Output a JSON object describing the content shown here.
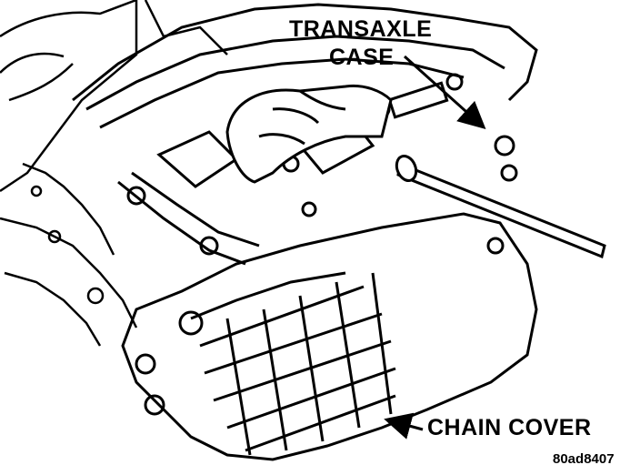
{
  "labels": {
    "transaxle_case_line1": "TRANSAXLE",
    "transaxle_case_line2": "CASE",
    "chain_cover": "CHAIN COVER",
    "figure_id": "80ad8407"
  },
  "colors": {
    "ink": "#000000",
    "paper": "#ffffff"
  }
}
